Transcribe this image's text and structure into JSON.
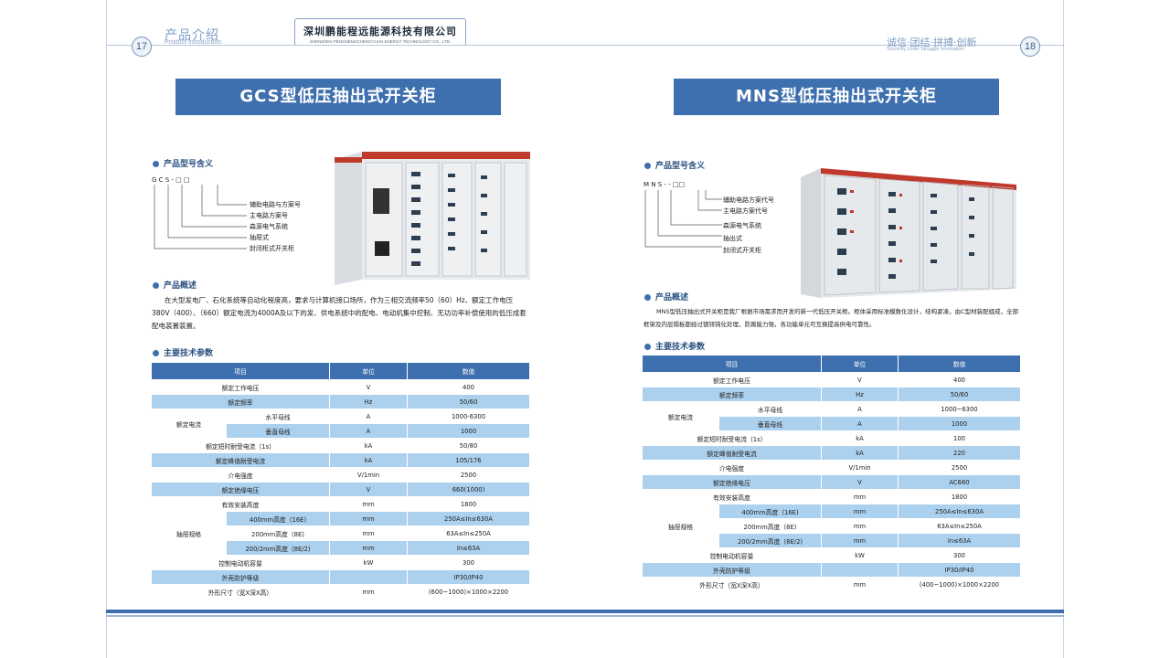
{
  "header": {
    "left_page_number": "17",
    "left_title": "产品介绍",
    "left_subtitle": "Product introduction",
    "company_name": "深圳鹏能程远能源科技有限公司",
    "company_en": "SHENZHEN PENGNENGCHENGYUAN ENERGY TECHNOLOGY CO., LTD.",
    "right_slogan": "诚信·团结·拼搏·创新",
    "right_slogan_en": "Sincerity Unite Struggle Innovation",
    "right_page_number": "18"
  },
  "left": {
    "title": "GCS型低压抽出式开关柜",
    "model_section": "产品型号含义",
    "model_code": "G  C  S - □   □",
    "model_labels": [
      "辅助电路与方案号",
      "主电路方案号",
      "森源电气系统",
      "抽屉式",
      "封闭柜式开关柜"
    ],
    "overview_section": "产品概述",
    "overview_text": "在大型发电厂、石化系统等自动化程度高，要求与计算机接口场所，作为三相交流频率50（60）Hz、额定工作电压380V（400）、（660）额定电流为4000A及以下的发、供电系统中的配电、电动机集中控制、无功功率补偿使用的低压成套配电装置装置。",
    "params_section": "主要技术参数",
    "table_headers": [
      "项目",
      "单位",
      "数值"
    ],
    "rows": {
      "r1": [
        "额定工作电压",
        "V",
        "400"
      ],
      "r2": [
        "额定频率",
        "Hz",
        "50/60"
      ],
      "r3_group": "额定电流",
      "r3a": [
        "水平母线",
        "A",
        "1000-6300"
      ],
      "r3b": [
        "垂直母线",
        "A",
        "1000"
      ],
      "r4": [
        "额定短时耐受电流（1s）",
        "kA",
        "50/80"
      ],
      "r5": [
        "额定峰值耐受电流",
        "kA",
        "105/176"
      ],
      "r6": [
        "介电强度",
        "V/1min",
        "2500"
      ],
      "r7": [
        "额定绝缘电压",
        "V",
        "660(1000)"
      ],
      "r8": [
        "有效安装高度",
        "mm",
        "1800"
      ],
      "r9_group": "抽屉规格",
      "r9a": [
        "400mm高度（16E)",
        "mm",
        "250A≤In≤630A"
      ],
      "r9b": [
        "200mm高度（8E)",
        "mm",
        "63A≤In≤250A"
      ],
      "r9c": [
        "200/2mm高度（8E/2)",
        "mm",
        "In≤63A"
      ],
      "r10": [
        "控制电动机容量",
        "kW",
        "300"
      ],
      "r11": [
        "外壳防护等级",
        "",
        "IP30/IP40"
      ],
      "r12": [
        "外形尺寸（宽X深X高）",
        "mm",
        "(600~1000)×1000×2200"
      ]
    }
  },
  "right": {
    "title": "MNS型低压抽出式开关柜",
    "model_section": "产品型号含义",
    "model_code": "M  N  S - - □□",
    "model_labels": [
      "辅助电路方案代号",
      "主电路方案代号",
      "森源电气系统",
      "抽出式",
      "封闭式开关柜"
    ],
    "overview_section": "产品概述",
    "overview_text": "MNS型低压抽出式开关柜是我厂根据市场需求而开发的新一代低压开关柜。柜体采用标准模数化设计，结构紧凑，由C型材装配组成，全部框架及内层隔板都经过镀锌钝化处理，防腐能力强，各功能单元可互换提高供电可靠性。",
    "params_section": "主要技术参数",
    "table_headers": [
      "项目",
      "单位",
      "数值"
    ],
    "rows": {
      "r1": [
        "额定工作电压",
        "V",
        "400"
      ],
      "r2": [
        "额定频率",
        "Hz",
        "50/60"
      ],
      "r3_group": "额定电流",
      "r3a": [
        "水平母线",
        "A",
        "1000~6300"
      ],
      "r3b": [
        "垂直母线",
        "A",
        "1000"
      ],
      "r4": [
        "额定短时耐受电流（1s）",
        "kA",
        "100"
      ],
      "r5": [
        "额定峰值耐受电流",
        "kA",
        "220"
      ],
      "r6": [
        "介电强度",
        "V/1min",
        "2500"
      ],
      "r7": [
        "额定绝缘电压",
        "V",
        "AC660"
      ],
      "r8": [
        "有效安装高度",
        "mm",
        "1800"
      ],
      "r9_group": "抽屉规格",
      "r9a": [
        "400mm高度（16E)",
        "mm",
        "250A≤In≤630A"
      ],
      "r9b": [
        "200mm高度（8E)",
        "mm",
        "63A≤In≤250A"
      ],
      "r9c": [
        "200/2mm高度（8E/2)",
        "mm",
        "In≤63A"
      ],
      "r10": [
        "控制电动机容量",
        "kW",
        "300"
      ],
      "r11": [
        "外壳防护等级",
        "",
        "IP30/IP40"
      ],
      "r12": [
        "外形尺寸（宽X深X高）",
        "mm",
        "(400~1000)×1000×2200"
      ]
    }
  },
  "colors": {
    "accent": "#3e6fae",
    "row_highlight": "#acd1ee",
    "header_text": "#7d9cc4"
  }
}
